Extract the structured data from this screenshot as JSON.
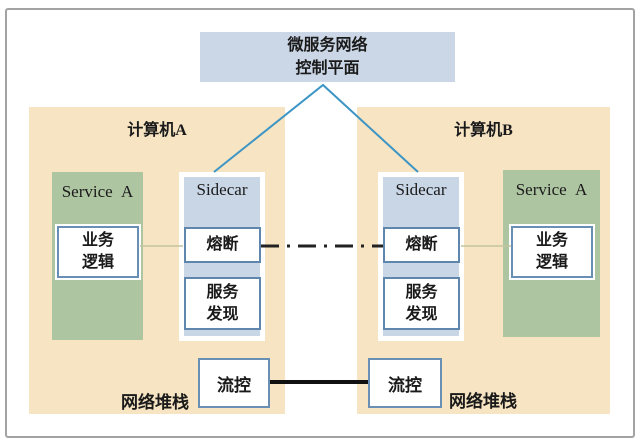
{
  "colors": {
    "frame_border": "#a3a3a3",
    "host_fill": "#f6e4c3",
    "service_fill": "#aec5a2",
    "sidecar_fill": "#c8d6e6",
    "control_plane_fill": "#cbd7e6",
    "box_border": "#6a8fb5",
    "control_plane_link": "#3d95c5",
    "mesh_dashdot_line": "#222222",
    "app_link_line": "#c2c49e",
    "flow_link_line": "#111111"
  },
  "control_plane": {
    "line1": "微服务网络",
    "line2": "控制平面"
  },
  "computer_a": {
    "title": "计算机A",
    "service": {
      "title": "Service A",
      "logic_line1": "业务",
      "logic_line2": "逻辑"
    },
    "sidecar": {
      "title": "Sidecar",
      "circuit_breaker": "熔断",
      "discovery_line1": "服务",
      "discovery_line2": "发现"
    },
    "flow_control": "流控",
    "network_stack": "网络堆栈"
  },
  "computer_b": {
    "title": "计算机B",
    "service": {
      "title": "Service A",
      "logic_line1": "业务",
      "logic_line2": "逻辑"
    },
    "sidecar": {
      "title": "Sidecar",
      "circuit_breaker": "熔断",
      "discovery_line1": "服务",
      "discovery_line2": "发现"
    },
    "flow_control": "流控",
    "network_stack": "网络堆栈"
  }
}
